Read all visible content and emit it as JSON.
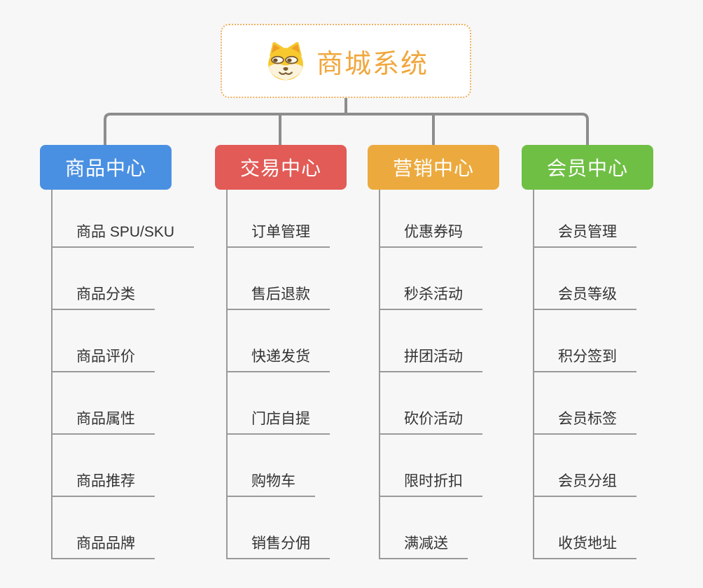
{
  "root": {
    "title": "商城系统",
    "icon": "doge-icon",
    "title_color": "#f1a73d",
    "border_color": "#efae5e"
  },
  "branches": [
    {
      "label": "商品中心",
      "color": "#4a90e2",
      "items": [
        "商品 SPU/SKU",
        "商品分类",
        "商品评价",
        "商品属性",
        "商品推荐",
        "商品品牌"
      ]
    },
    {
      "label": "交易中心",
      "color": "#e25b56",
      "items": [
        "订单管理",
        "售后退款",
        "快递发货",
        "门店自提",
        "购物车",
        "销售分佣"
      ]
    },
    {
      "label": "营销中心",
      "color": "#ecaa3e",
      "items": [
        "优惠券码",
        "秒杀活动",
        "拼团活动",
        "砍价活动",
        "限时折扣",
        "满减送"
      ]
    },
    {
      "label": "会员中心",
      "color": "#6fbf44",
      "items": [
        "会员管理",
        "会员等级",
        "积分签到",
        "会员标签",
        "会员分组",
        "收货地址"
      ]
    }
  ],
  "style": {
    "background": "#f7f7f7",
    "connector_color": "#8d8d8d",
    "leaf_line_color": "#9a9a9a",
    "leaf_text_color": "#333333"
  }
}
